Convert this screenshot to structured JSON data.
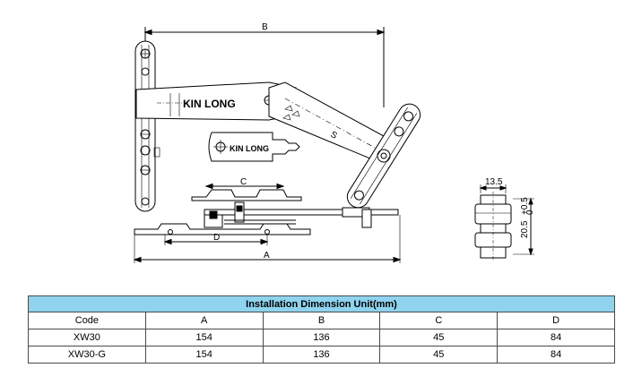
{
  "drawing": {
    "brand": "KIN LONG",
    "labels": {
      "b": "B",
      "c": "C",
      "d": "D",
      "a": "A",
      "s": "S",
      "width": "13.5",
      "height": "20.5",
      "tol_plus": "+0.5",
      "tol_minus": "0"
    }
  },
  "table": {
    "title": "Installation Dimension Unit(mm)",
    "headers": [
      "Code",
      "A",
      "B",
      "C",
      "D"
    ],
    "rows": [
      [
        "XW30",
        "154",
        "136",
        "45",
        "84"
      ],
      [
        "XW30-G",
        "154",
        "136",
        "45",
        "84"
      ]
    ]
  },
  "colors": {
    "table_header_bg": "#8fd3ee",
    "line": "#000000"
  }
}
